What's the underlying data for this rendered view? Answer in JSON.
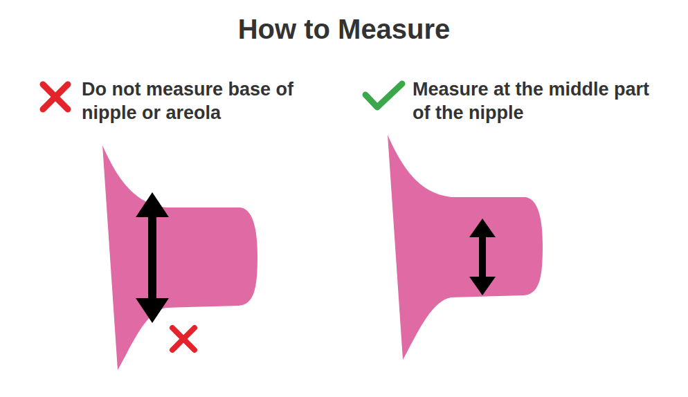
{
  "diagram": {
    "title": "How to Measure",
    "labels": [
      "Do not measure base of nipple or areola",
      "Measure at the middle part of the nipple"
    ]
  }
}
